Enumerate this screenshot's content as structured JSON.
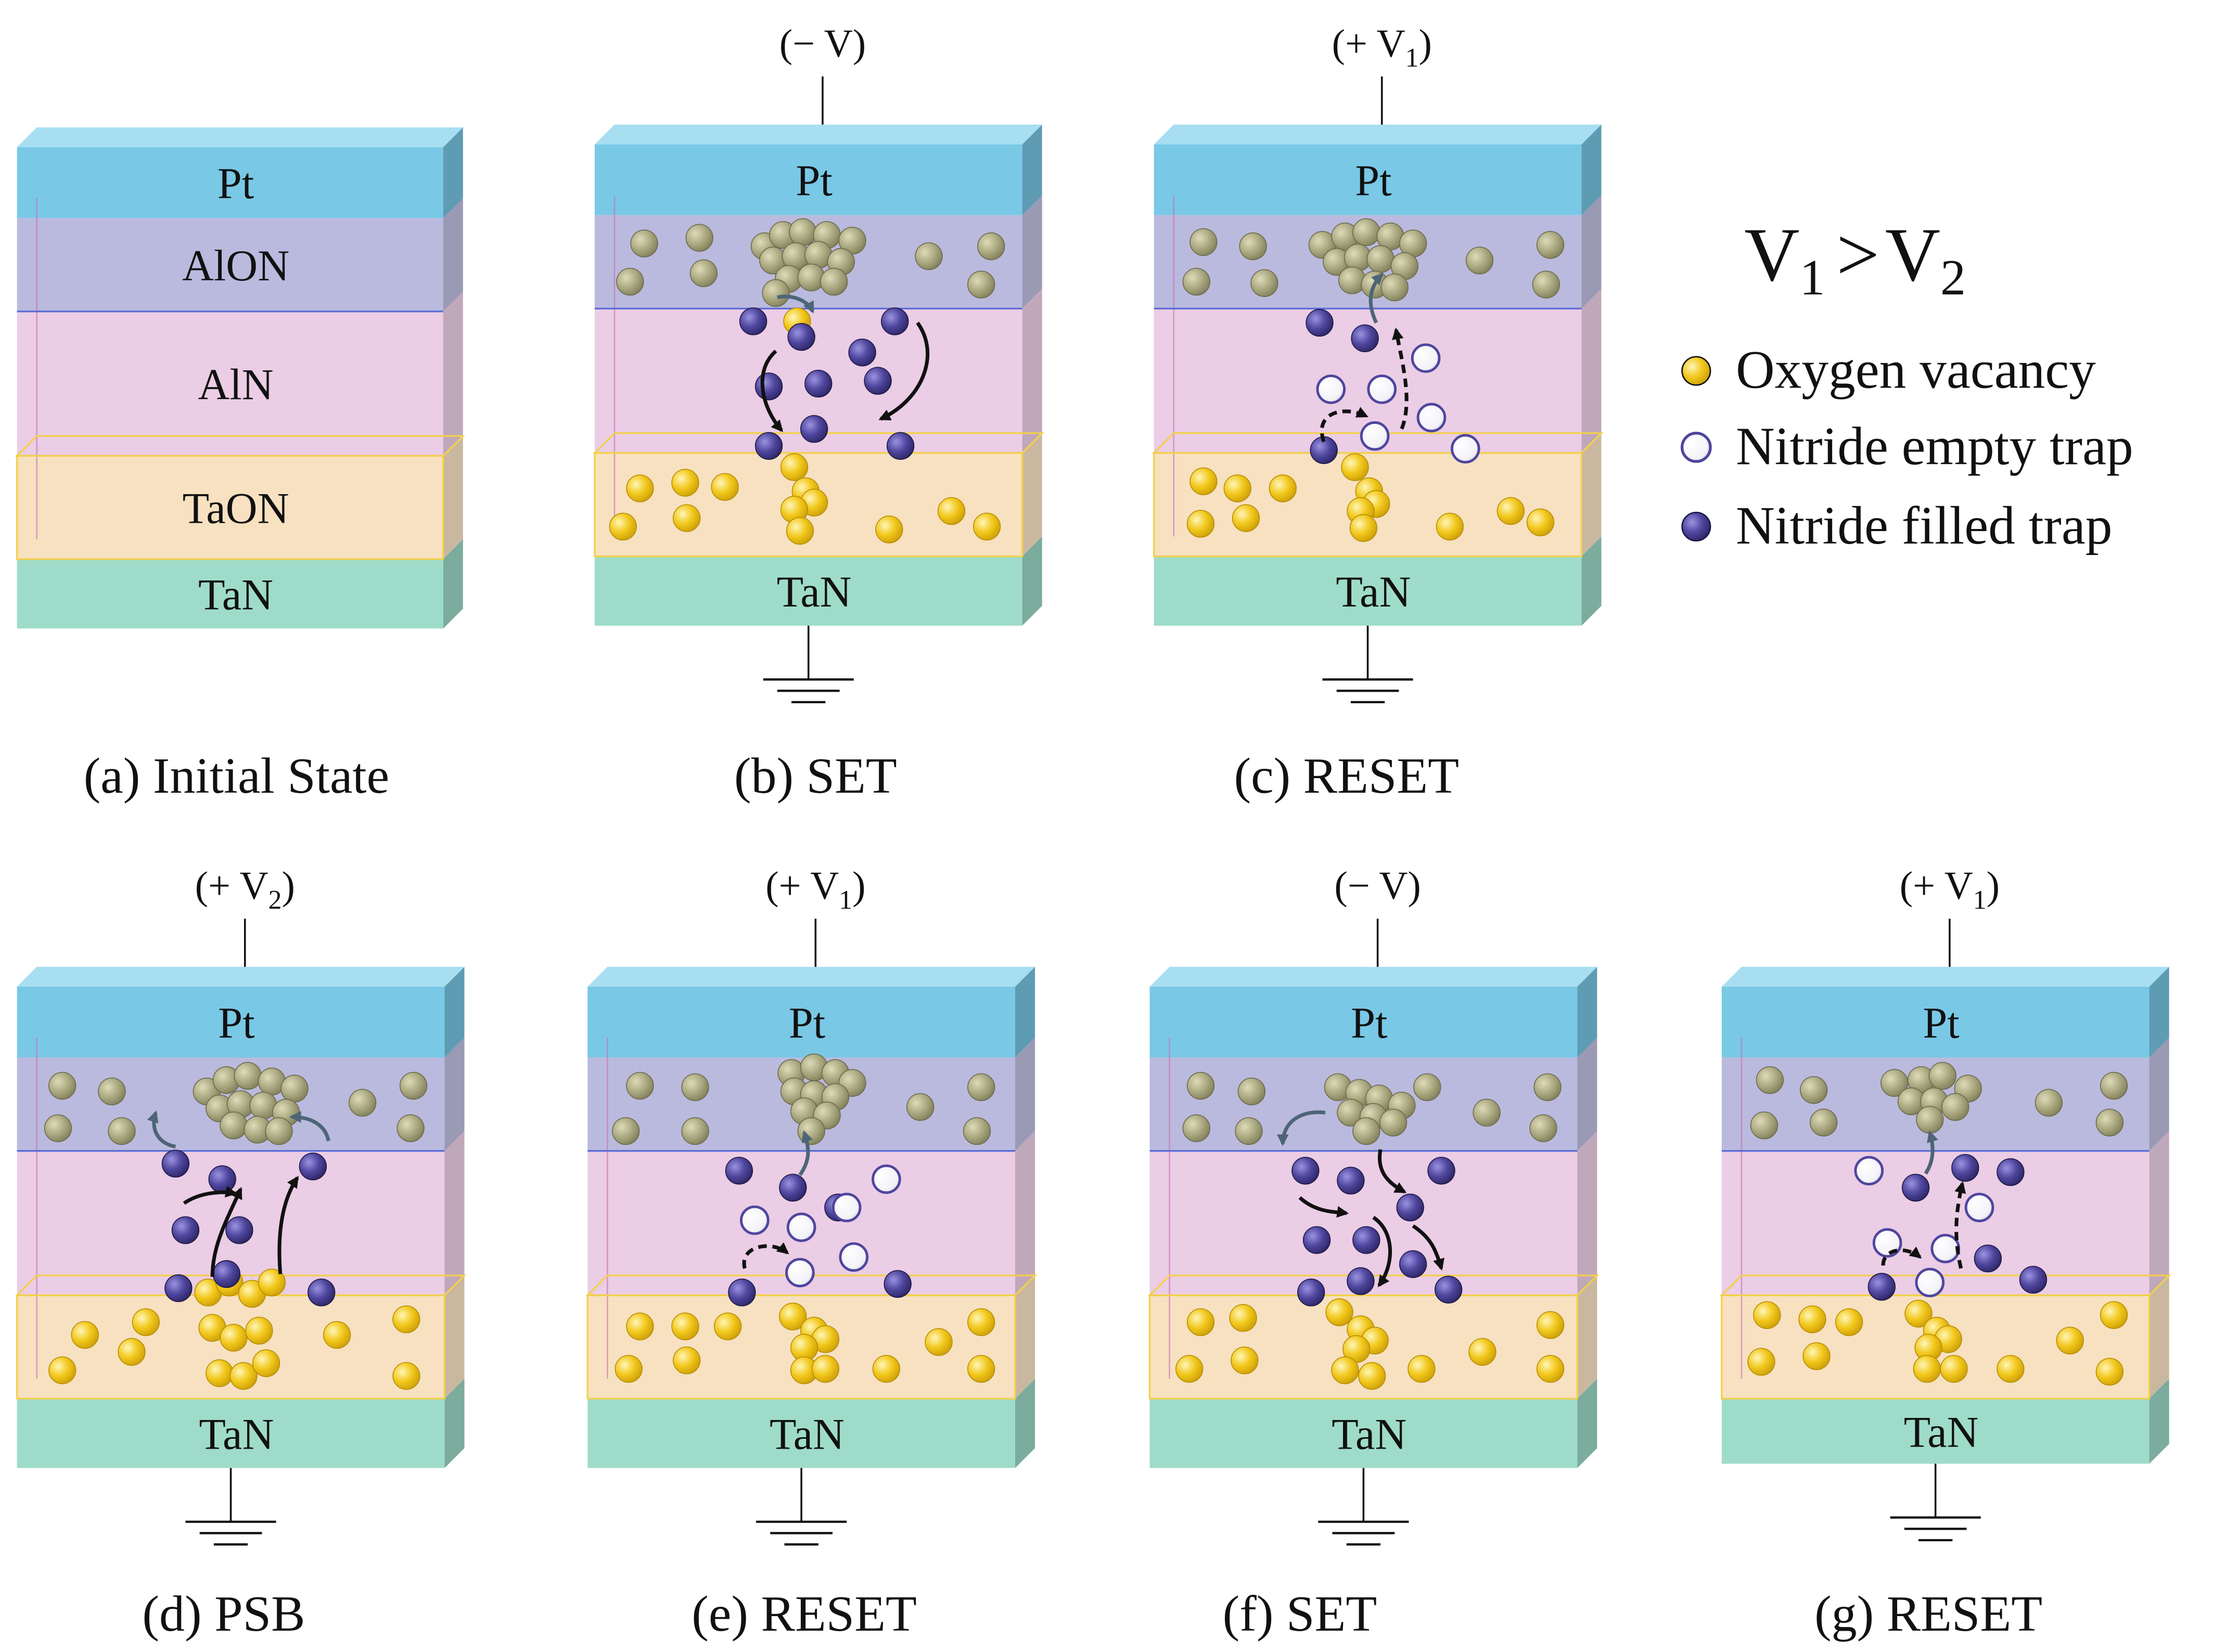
{
  "legend": {
    "relation": {
      "v1": "V",
      "v1_sub": "1",
      "gt": ">",
      "v2": "V",
      "v2_sub": "2"
    },
    "items": [
      {
        "key": "ov",
        "label": "Oxygen vacancy",
        "color": "#f2c81c"
      },
      {
        "key": "et",
        "label": "Nitride empty trap",
        "color": "#ffffff"
      },
      {
        "key": "ft",
        "label": "Nitride filled trap",
        "color": "#4f469e"
      }
    ]
  },
  "colors": {
    "pt": "#79c8e6",
    "alon": "#aeaed8",
    "aln": "#e8c4e0",
    "taon": "#f6dcb6",
    "tan": "#9edcc9",
    "vo_cluster": "#a8a67e"
  },
  "layer_names": {
    "pt": "Pt",
    "alon": "AlON",
    "aln": "AlN",
    "taon": "TaON",
    "tan": "TaN"
  },
  "panels": [
    {
      "id": "a",
      "caption": "(a) Initial State",
      "voltage": null
    },
    {
      "id": "b",
      "caption": "(b) SET",
      "voltage": {
        "text": "(− V)",
        "sub": ""
      }
    },
    {
      "id": "c",
      "caption": "(c) RESET",
      "voltage": {
        "text": "(+ V",
        "sub": "1",
        "close": ")"
      }
    },
    {
      "id": "d",
      "caption": "(d) PSB",
      "voltage": {
        "text": "(+ V",
        "sub": "2",
        "close": ")"
      }
    },
    {
      "id": "e",
      "caption": "(e) RESET",
      "voltage": {
        "text": "(+ V",
        "sub": "1",
        "close": ")"
      }
    },
    {
      "id": "f",
      "caption": "(f) SET",
      "voltage": {
        "text": "(− V)",
        "sub": ""
      }
    },
    {
      "id": "g",
      "caption": "(g) RESET",
      "voltage": {
        "text": "(+ V",
        "sub": "1",
        "close": ")"
      }
    }
  ]
}
